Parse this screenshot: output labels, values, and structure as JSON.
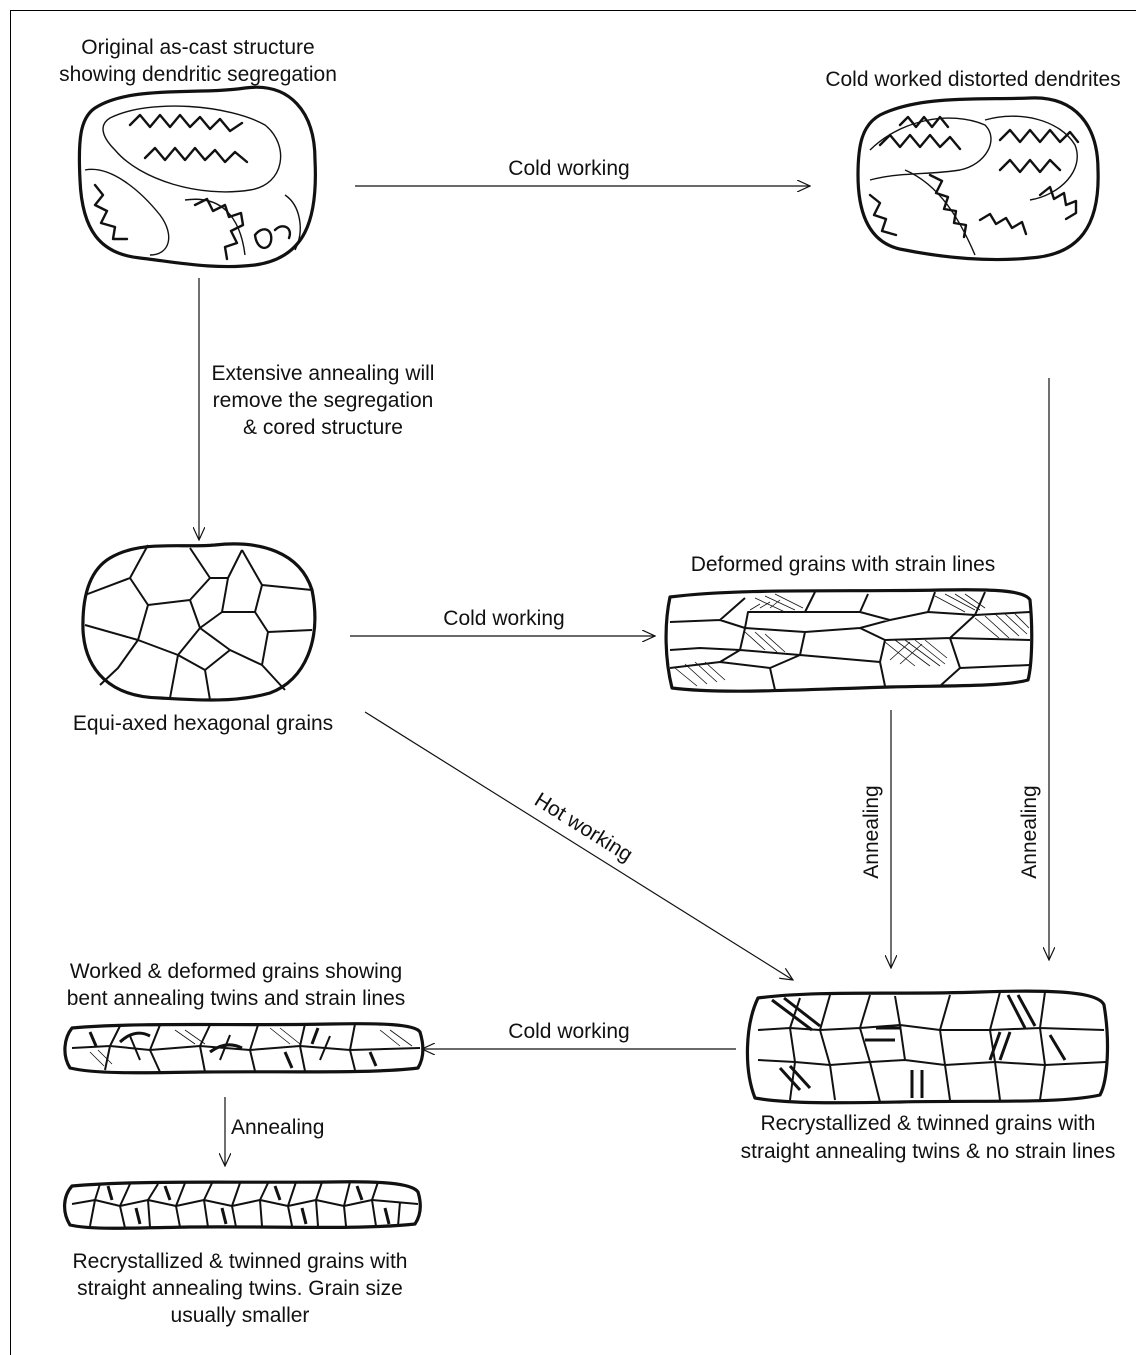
{
  "nodes": {
    "as_cast": {
      "label": [
        "Original as-cast structure",
        "showing dendritic segregation"
      ]
    },
    "cold_worked_dendrites": {
      "label": [
        "Cold worked distorted dendrites"
      ]
    },
    "equiaxed": {
      "label": [
        "Equi-axed hexagonal grains"
      ]
    },
    "deformed_strain": {
      "label": [
        "Deformed grains with strain lines"
      ]
    },
    "recryst_twinned": {
      "label": [
        "Recrystallized & twinned grains with",
        "straight annealing twins & no strain lines"
      ]
    },
    "worked_deformed": {
      "label": [
        "Worked & deformed grains showing",
        "bent annealing twins and strain lines"
      ]
    },
    "recryst_small": {
      "label": [
        "Recrystallized & twinned grains with",
        "straight annealing twins. Grain size",
        "usually smaller"
      ]
    }
  },
  "edges": [
    {
      "id": "e1",
      "from": "as_cast",
      "to": "cold_worked_dendrites",
      "label": [
        "Cold working"
      ]
    },
    {
      "id": "e2",
      "from": "as_cast",
      "to": "equiaxed",
      "label": [
        "Extensive annealing will",
        "remove the segregation",
        "& cored structure"
      ]
    },
    {
      "id": "e3",
      "from": "equiaxed",
      "to": "deformed_strain",
      "label": [
        "Cold working"
      ]
    },
    {
      "id": "e4",
      "from": "equiaxed",
      "to": "recryst_twinned",
      "label": [
        "Hot working"
      ]
    },
    {
      "id": "e5",
      "from": "deformed_strain",
      "to": "recryst_twinned",
      "label": [
        "Annealing"
      ]
    },
    {
      "id": "e6",
      "from": "cold_worked_dendrites",
      "to": "recryst_twinned",
      "label": [
        "Annealing"
      ]
    },
    {
      "id": "e7",
      "from": "recryst_twinned",
      "to": "worked_deformed",
      "label": [
        "Cold working"
      ]
    },
    {
      "id": "e8",
      "from": "worked_deformed",
      "to": "recryst_small",
      "label": [
        "Annealing"
      ]
    }
  ]
}
